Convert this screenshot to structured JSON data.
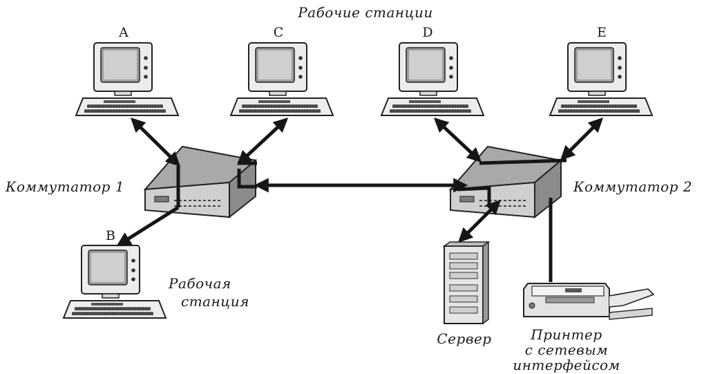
{
  "title": "Рабочие станции",
  "workstations": [
    {
      "id": "A",
      "label": "A"
    },
    {
      "id": "C",
      "label": "C"
    },
    {
      "id": "D",
      "label": "D"
    },
    {
      "id": "E",
      "label": "E"
    },
    {
      "id": "B",
      "label": "B"
    }
  ],
  "switch1": {
    "label": "Коммутатор 1"
  },
  "switch2": {
    "label": "Коммутатор 2"
  },
  "workstation_b_caption": {
    "line1": "Рабочая",
    "line2": "станция"
  },
  "server": {
    "label": "Сервер"
  },
  "printer": {
    "line1": "Принтер",
    "line2": "с сетевым",
    "line3": "интерфейсом"
  },
  "colors": {
    "line": "#161616",
    "device_face": "#cfcfcf",
    "device_top": "#a9a9a9",
    "device_side": "#8b8b8b"
  }
}
